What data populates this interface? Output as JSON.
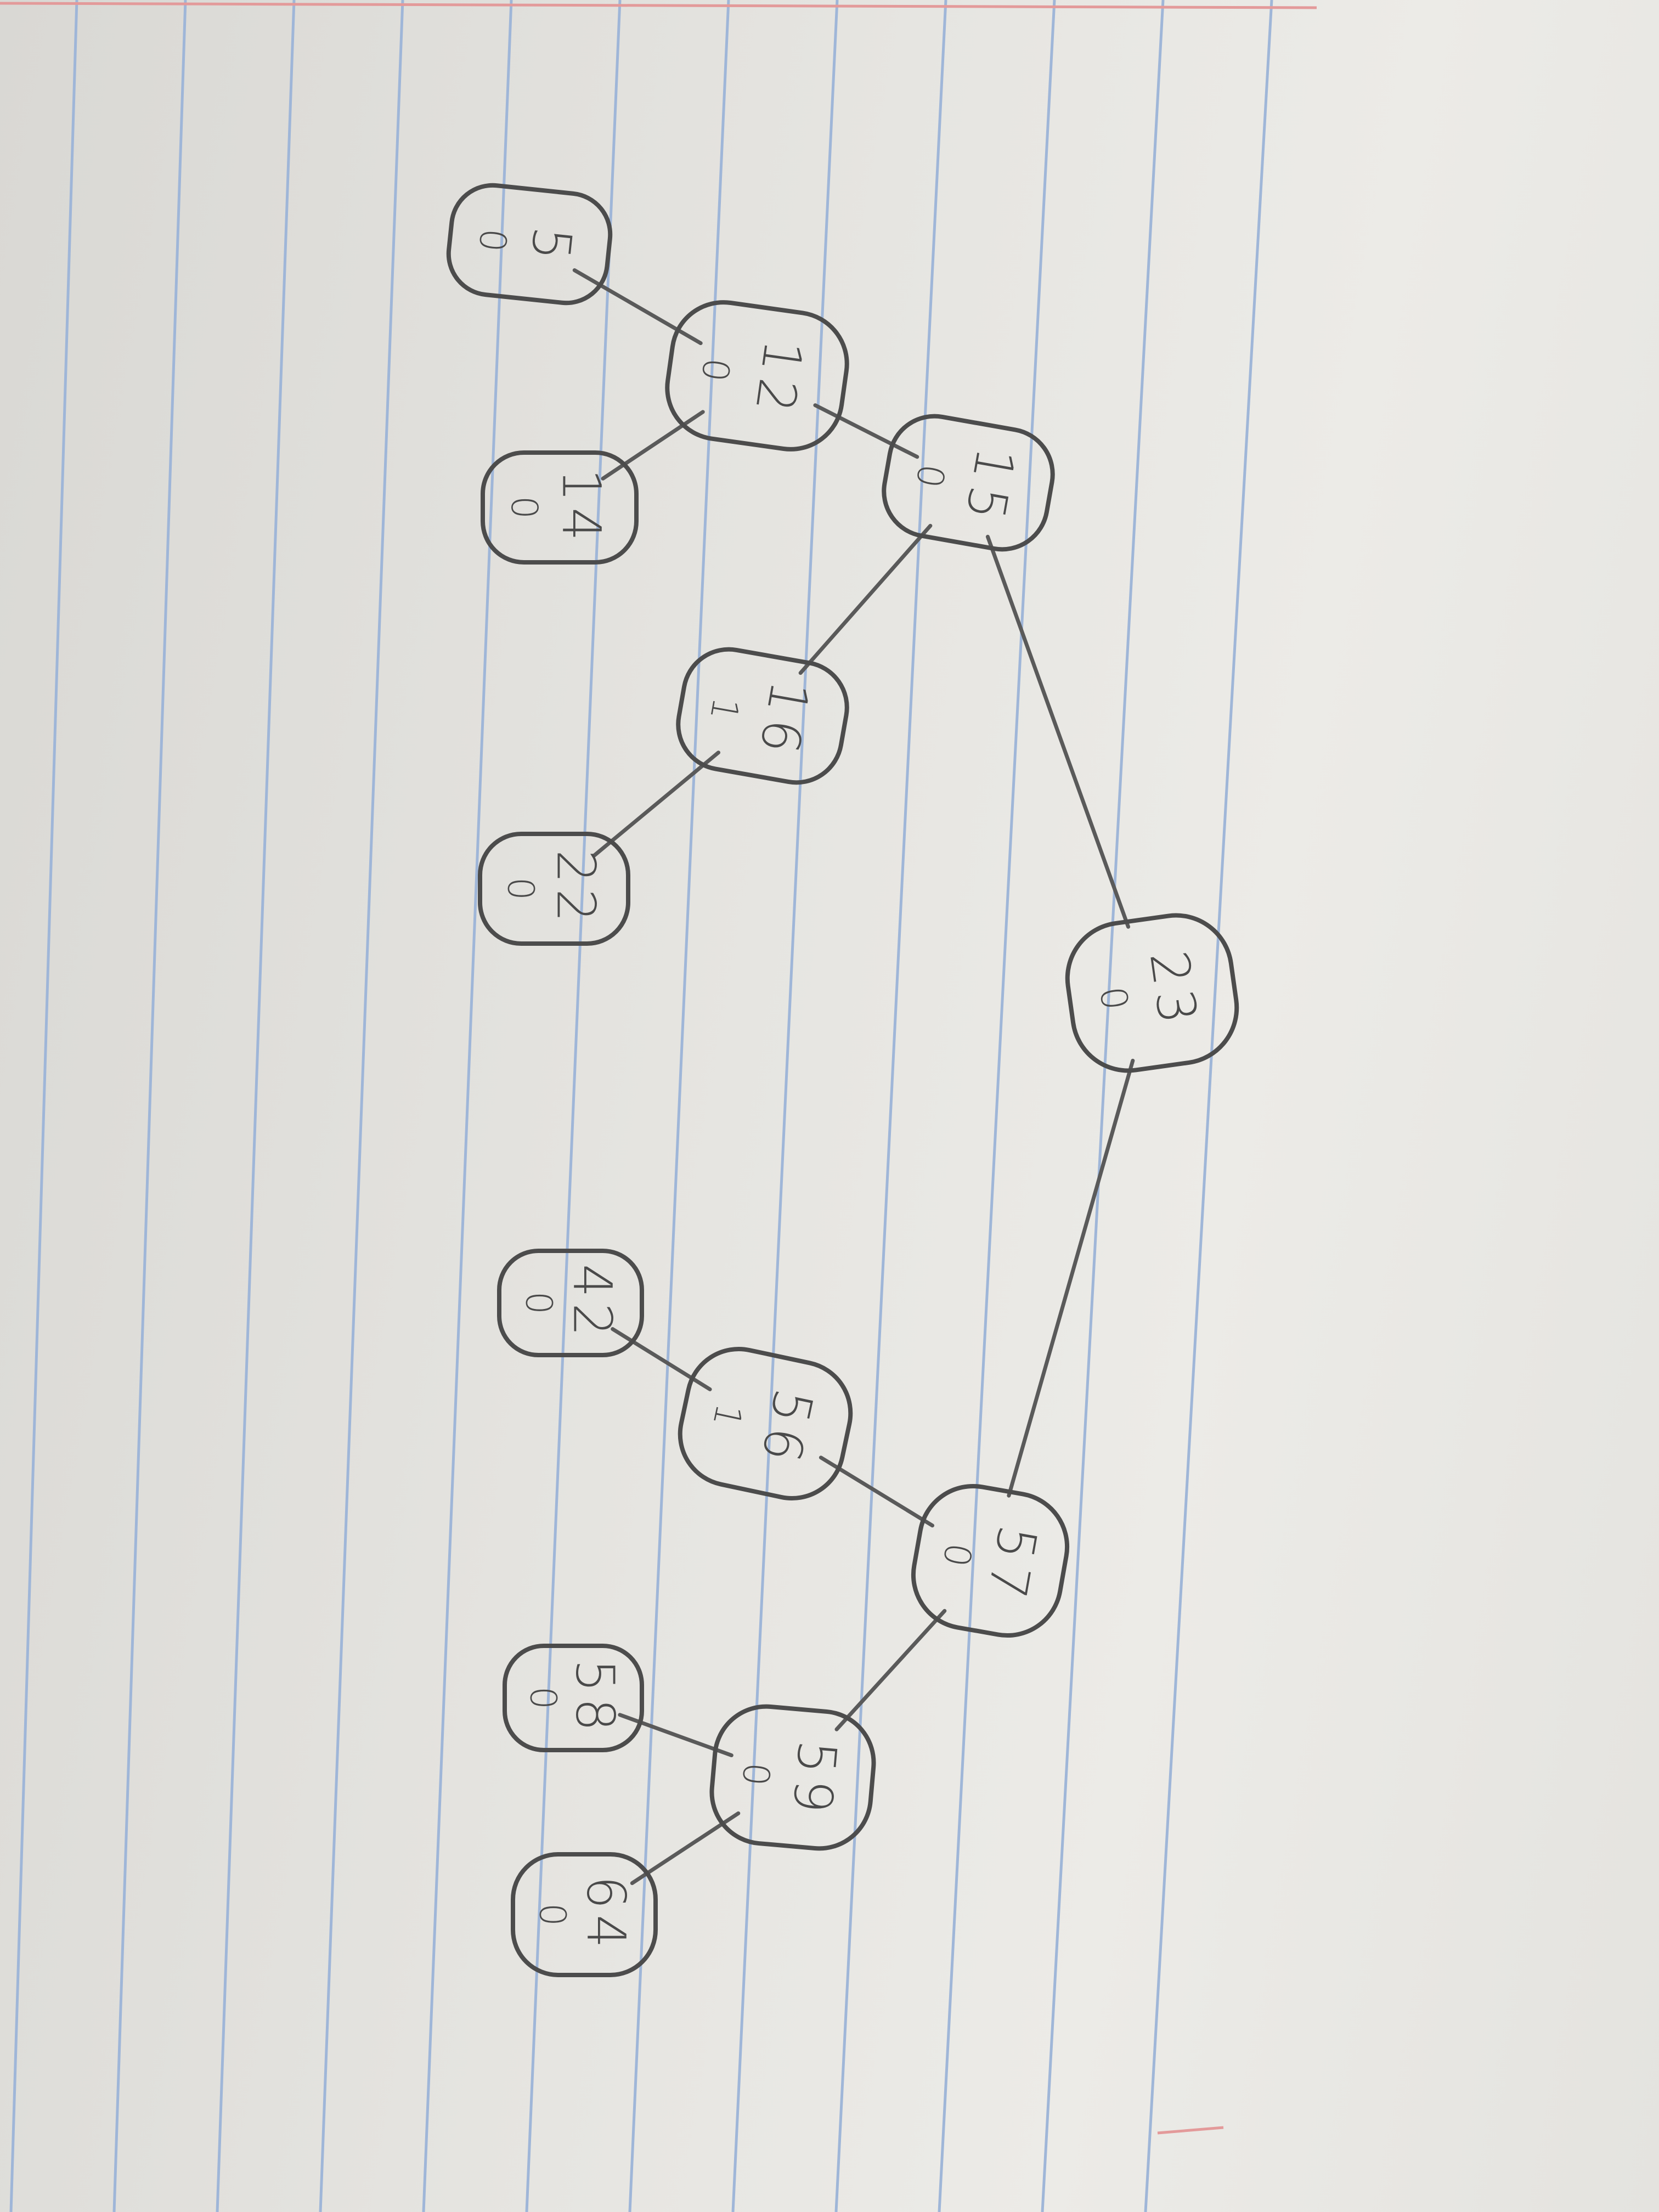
{
  "diagram": {
    "type": "avl-tree",
    "colors": {
      "ink": "#4c4c4c",
      "rule": "#9fb6d8",
      "margin": "#e39a9a",
      "paper": "#e6e5e1"
    },
    "nodes": [
      {
        "id": "n23",
        "key": "23",
        "balance": "0"
      },
      {
        "id": "n15",
        "key": "15",
        "balance": "0"
      },
      {
        "id": "n12",
        "key": "12",
        "balance": "0"
      },
      {
        "id": "n5",
        "key": "5",
        "balance": "0"
      },
      {
        "id": "n14",
        "key": "14",
        "balance": "0"
      },
      {
        "id": "n16",
        "key": "16",
        "balance": "1"
      },
      {
        "id": "n22",
        "key": "22",
        "balance": "0"
      },
      {
        "id": "n57",
        "key": "57",
        "balance": "0"
      },
      {
        "id": "n56",
        "key": "56",
        "balance": "1"
      },
      {
        "id": "n42",
        "key": "42",
        "balance": "0"
      },
      {
        "id": "n59",
        "key": "59",
        "balance": "0"
      },
      {
        "id": "n58",
        "key": "58",
        "balance": "0"
      },
      {
        "id": "n64",
        "key": "64",
        "balance": "0"
      }
    ],
    "edges": [
      {
        "from": "n23",
        "to": "n15"
      },
      {
        "from": "n23",
        "to": "n57"
      },
      {
        "from": "n15",
        "to": "n12"
      },
      {
        "from": "n15",
        "to": "n16"
      },
      {
        "from": "n12",
        "to": "n5"
      },
      {
        "from": "n12",
        "to": "n14"
      },
      {
        "from": "n16",
        "to": "n22"
      },
      {
        "from": "n57",
        "to": "n56"
      },
      {
        "from": "n57",
        "to": "n59"
      },
      {
        "from": "n56",
        "to": "n42"
      },
      {
        "from": "n59",
        "to": "n58"
      },
      {
        "from": "n59",
        "to": "n64"
      }
    ]
  }
}
